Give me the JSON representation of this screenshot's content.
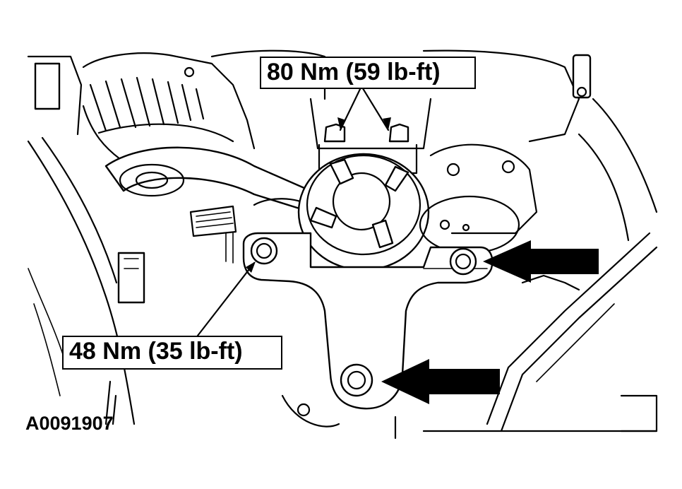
{
  "callouts": {
    "upper_torque": "80 Nm (59 lb-ft)",
    "lower_torque": "48 Nm (35 lb-ft)"
  },
  "figure_id": "A0091907",
  "colors": {
    "line": "#000000",
    "background": "#ffffff"
  }
}
